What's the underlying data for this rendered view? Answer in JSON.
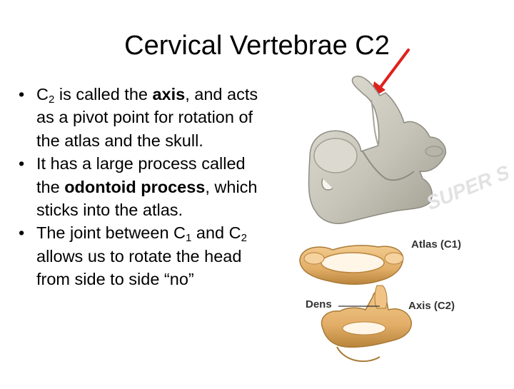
{
  "slide": {
    "title": "Cervical Vertebrae C2",
    "bullets": {
      "b1": {
        "pre": "C",
        "sub": "2",
        "mid": " is called the ",
        "bold": "axis",
        "post": ", and acts as a pivot point for rotation of the atlas and the skull."
      },
      "b2": {
        "pre": "It has a large process called the ",
        "bold": "odontoid process",
        "post": ", which sticks into the atlas."
      },
      "b3": {
        "pre": "The joint between C",
        "sub1": "1",
        "mid": " and C",
        "sub2": "2",
        "post": " allows us to rotate the head from side to side “no”"
      }
    },
    "bullet_symbol": "•"
  },
  "figure": {
    "labels": {
      "atlas": "Atlas (C1)",
      "dens": "Dens",
      "axis": "Axis (C2)"
    },
    "watermark": "SUPER STOCK",
    "colors": {
      "bone_top": "#cdcbc0",
      "bone_shade": "#9f9d90",
      "bone_lower": "#e7b776",
      "bone_lower_shade": "#b9853c",
      "arrow": "#e0201d"
    }
  }
}
